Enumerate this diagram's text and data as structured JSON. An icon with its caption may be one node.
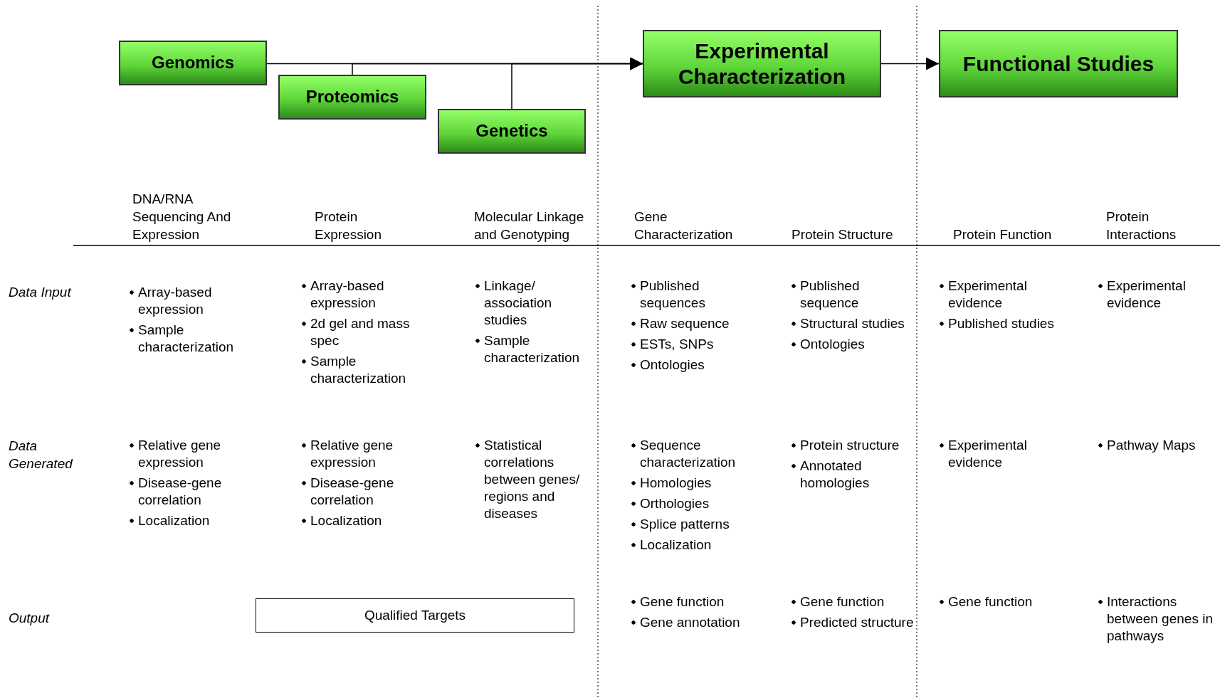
{
  "diagram": {
    "nodes": [
      {
        "text": [
          "Genomics"
        ]
      },
      {
        "text": [
          "Proteomics"
        ]
      },
      {
        "text": [
          "Genetics"
        ]
      },
      {
        "text": [
          "Experimental Characterization"
        ]
      },
      {
        "text": [
          "Functional Studies"
        ]
      },
      {
        "text": [
          "Qualified Targets"
        ]
      }
    ],
    "edges": [
      {
        "from": 0,
        "to": 3,
        "arrow": "to"
      },
      {
        "from": 1,
        "to": 3,
        "arrow": "to"
      },
      {
        "from": 2,
        "to": 3,
        "arrow": "to"
      },
      {
        "from": 3,
        "to": 4,
        "arrow": "to"
      }
    ],
    "labels": [
      "DNA/RNA Sequencing And Expression",
      "Protein Expression",
      "Molecular Linkage and Genotyping",
      "Gene Characterization",
      "Protein Structure",
      "Protein Function",
      "Protein Interactions",
      "Data Input",
      "Array-based expression",
      "Sample characterization",
      "Array-based expression",
      "2d gel and mass spec",
      "Sample characterization",
      "Linkage/ association studies",
      "Sample characterization",
      "Published sequences",
      "Raw sequence",
      "ESTs, SNPs",
      "Ontologies",
      "Published sequence",
      "Structural studies",
      "Ontologies",
      "Experimental evidence",
      "Published studies",
      "Experimental evidence",
      "Data Generated",
      "Relative gene expression",
      "Disease-gene correlation",
      "Localization",
      "Relative gene expression",
      "Disease-gene correlation",
      "Localization",
      "Statistical correlations between genes/ regions and diseases",
      "Sequence characterization",
      "Homologies",
      "Orthologies",
      "Splice patterns",
      "Localization",
      "Protein structure",
      "Annotated homologies",
      "Experimental evidence",
      "Pathway Maps",
      "Output",
      "Gene function",
      "Gene annotation",
      "Gene function",
      "Predicted structure",
      "Gene function",
      "Interactions between genes in pathways"
    ]
  }
}
